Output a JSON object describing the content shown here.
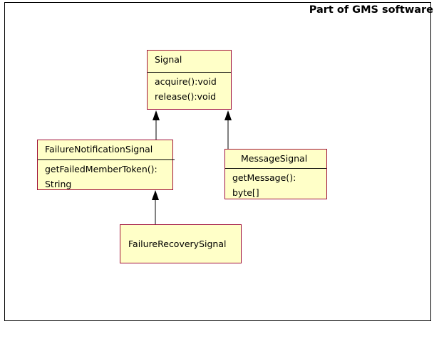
{
  "diagram": {
    "title": "Part of GMS software"
  },
  "classes": {
    "signal": {
      "name": "Signal",
      "operations": [
        "acquire():void",
        "release():void"
      ]
    },
    "failure_notification": {
      "name": "FailureNotificationSignal",
      "operations": [
        "getFailedMemberToken():",
        "String"
      ]
    },
    "message": {
      "name": "MessageSignal",
      "operations": [
        "getMessage():",
        "byte[]"
      ]
    },
    "failure_recovery": {
      "name": "FailureRecoverySignal",
      "operations": []
    }
  },
  "relationships": [
    {
      "type": "generalization",
      "from": "FailureNotificationSignal",
      "to": "Signal"
    },
    {
      "type": "generalization",
      "from": "MessageSignal",
      "to": "Signal"
    },
    {
      "type": "generalization",
      "from": "FailureRecoverySignal",
      "to": "FailureNotificationSignal"
    }
  ],
  "colors": {
    "class_fill": "#ffffc8",
    "class_border": "#a0103a",
    "line": "#000000"
  }
}
